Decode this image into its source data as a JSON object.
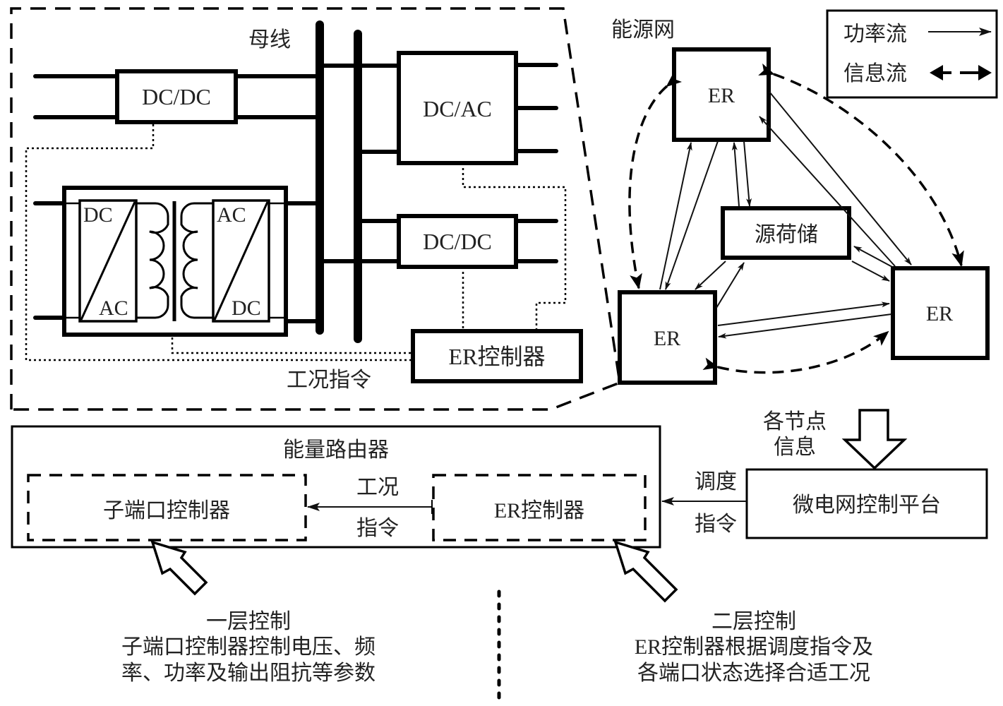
{
  "router_detail": {
    "bus_label": "母线",
    "dcdc_top": "DC/DC",
    "dcac": "DC/AC",
    "dcdc_mid": "DC/DC",
    "iso_left_top": "DC",
    "iso_left_bottom": "AC",
    "iso_right_top": "AC",
    "iso_right_bottom": "DC",
    "er_controller": "ER控制器",
    "command_label": "工况指令"
  },
  "energy_network": {
    "title": "能源网",
    "er_top": "ER",
    "er_left": "ER",
    "er_right": "ER",
    "source_load_storage": "源荷储"
  },
  "legend": {
    "power_flow": "功率流",
    "info_flow": "信息流"
  },
  "router_block": {
    "title": "能量路由器",
    "sub_port_controller": "子端口控制器",
    "er_controller": "ER控制器",
    "arrow_label_top": "工况",
    "arrow_label_bottom": "指令"
  },
  "microgrid": {
    "platform": "微电网控制平台",
    "node_info_line1": "各节点",
    "node_info_line2": "信息",
    "dispatch_line1": "调度",
    "dispatch_line2": "指令"
  },
  "captions": {
    "layer1_title": "一层控制",
    "layer1_line1": "子端口控制器控制电压、频",
    "layer1_line2": "率、功率及输出阻抗等参数",
    "layer2_title": "二层控制",
    "layer2_line1": "ER控制器根据调度指令及",
    "layer2_line2": "各端口状态选择合适工况"
  }
}
